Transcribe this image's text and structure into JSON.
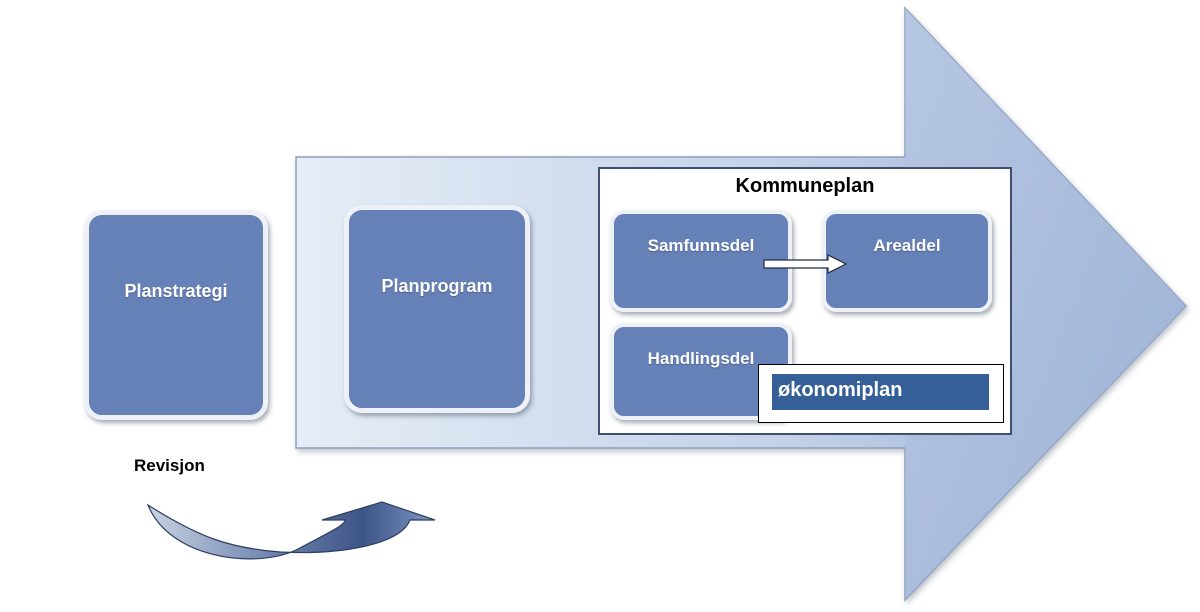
{
  "diagram": {
    "steps": {
      "planstrategi": "Planstrategi",
      "planprogram": "Planprogram"
    },
    "kommuneplan": {
      "title": "Kommuneplan",
      "samfunnsdel": "Samfunnsdel",
      "arealdel": "Arealdel",
      "handlingsdel": "Handlingsdel",
      "okonomiplan": "økonomiplan"
    },
    "revision_label": "Revisjon",
    "colors": {
      "box_fill": "#6680b8",
      "box_border": "#eef2f8",
      "arrow_light": "#e4ecf6",
      "arrow_dark": "#9fb4d6",
      "okonomiplan_bar": "#355f96",
      "frame_border": "#3f4f6f"
    }
  }
}
